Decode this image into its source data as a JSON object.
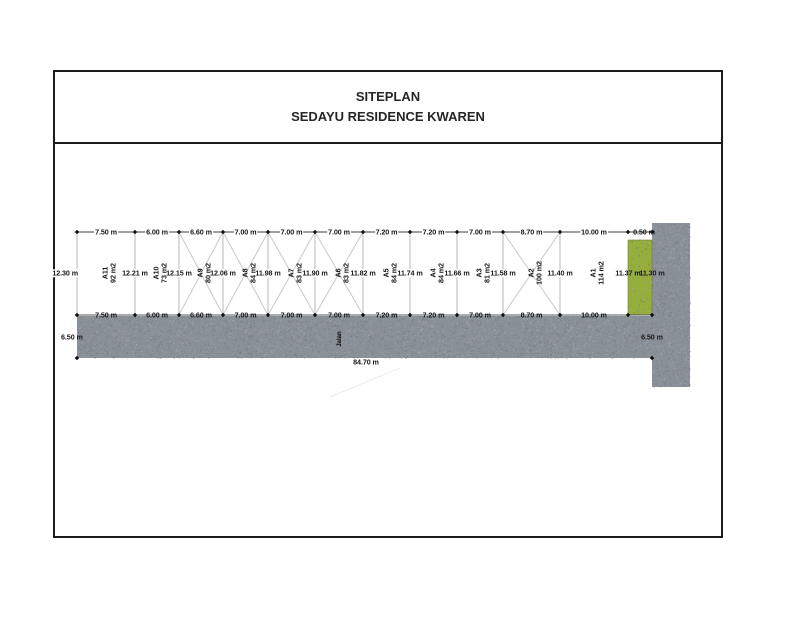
{
  "title": {
    "line1": "SITEPLAN",
    "line2": "SEDAYU RESIDENCE KWAREN"
  },
  "plots": [
    {
      "id": "A11",
      "area": "92 m2",
      "top": "7.50 m",
      "bottom": "7.50 m"
    },
    {
      "id": "A10",
      "area": "73 m2",
      "top": "6.00 m",
      "bottom": "6.00 m"
    },
    {
      "id": "A9",
      "area": "80 m2",
      "top": "6.60 m",
      "bottom": "6.60 m"
    },
    {
      "id": "A8",
      "area": "84 m2",
      "top": "7.00 m",
      "bottom": "7.00 m"
    },
    {
      "id": "A7",
      "area": "83 m2",
      "top": "7.00 m",
      "bottom": "7.00 m"
    },
    {
      "id": "A6",
      "area": "83 m2",
      "top": "7.00 m",
      "bottom": "7.00 m"
    },
    {
      "id": "A5",
      "area": "84 m2",
      "top": "7.20 m",
      "bottom": "7.20 m"
    },
    {
      "id": "A4",
      "area": "84 m2",
      "top": "7.20 m",
      "bottom": "7.20 m"
    },
    {
      "id": "A3",
      "area": "81 m2",
      "top": "7.00 m",
      "bottom": "7.00 m"
    },
    {
      "id": "A2",
      "area": "100 m2",
      "top": "8.70 m",
      "bottom": "8.70 m"
    },
    {
      "id": "A1",
      "area": "114 m2",
      "top": "10.00 m",
      "bottom": "10.00 m"
    }
  ],
  "side_dims": [
    "12.30 m",
    "12.21 m",
    "12.15 m",
    "12.06 m",
    "11.98 m",
    "11.90 m",
    "11.82 m",
    "11.74 m",
    "11.66 m",
    "11.58 m",
    "11.40 m",
    "11.37 m",
    "11.30 m"
  ],
  "green_plot": {
    "top_width": "0.50 m"
  },
  "road": {
    "left_height": "6.50 m",
    "right_height": "6.50 m",
    "total_length": "84.70 m",
    "label": "Jalan"
  },
  "colors": {
    "road": "#8a9097",
    "road_speckle_dark": "#6e747b",
    "road_speckle_light": "#a5abb2",
    "green": "#95ae3c",
    "frame": "#1c1c1c",
    "dim_line": "#3f3f3f",
    "plot_line": "#b8b8b8",
    "diagonal": "#c9c9c9",
    "dot": "#0e0e0e"
  }
}
